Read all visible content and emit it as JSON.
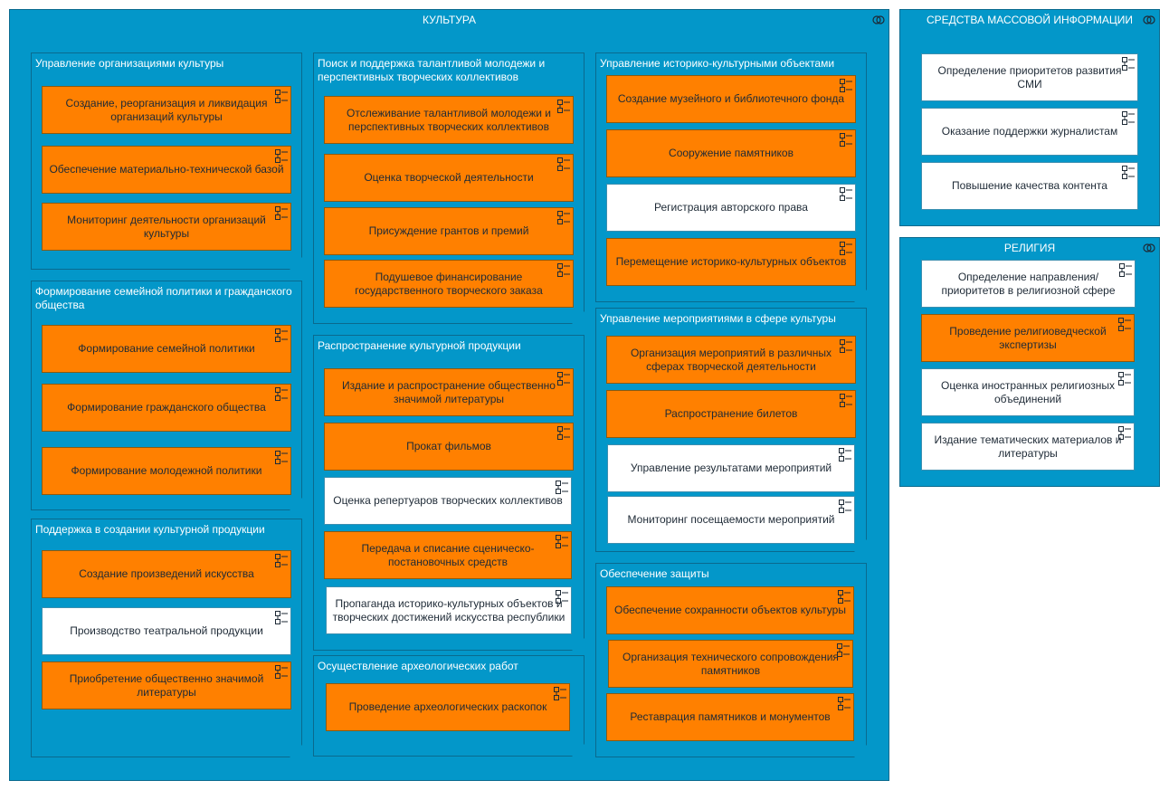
{
  "colors": {
    "domain": "#0397c9",
    "function_orange": "#ff8000",
    "function_white": "#ffffff",
    "text_dark": "#1e2a36",
    "text_light": "#ffffff"
  },
  "icons": {
    "domain": "collaboration-icon",
    "function": "process-list-icon"
  },
  "domains": [
    {
      "title": "КУЛЬТУРА",
      "groups": [
        {
          "title": "Управление организациями культуры",
          "items": [
            "Создание, реорганизация и ликвидация организаций культуры",
            "Обеспечение материально-технической  базой",
            "Мониторинг деятельности организаций культуры"
          ]
        },
        {
          "title": "Формирование семейной политики и гражданского общества",
          "items": [
            "Формирование семейной политики",
            "Формирование гражданского общества",
            "Формирование молодежной политики"
          ]
        },
        {
          "title": "Поддержка в создании культурной продукции",
          "items": [
            "Создание произведений искусства",
            "Производство театральной продукции",
            "Приобретение общественно значимой литературы"
          ]
        },
        {
          "title": "Поиск и поддержка талантливой молодежи и перспективных творческих коллективов",
          "items": [
            "Отслеживание талантливой молодежи и перспективных творческих коллективов",
            "Оценка творческой деятельности",
            "Присуждение грантов и премий",
            "Подушевое финансирование государственного творческого заказа"
          ]
        },
        {
          "title": "Распространение культурной продукции",
          "items": [
            "Издание и распространение общественно значимой литературы",
            "Прокат фильмов",
            "Оценка репертуаров творческих коллективов",
            "Передача и списание сценическо-постановочных средств",
            "Пропаганда историко-культурных объектов и творческих достижений искусства республики"
          ]
        },
        {
          "title": "Осуществление археологических работ",
          "items": [
            "Проведение археологических раскопок"
          ]
        },
        {
          "title": "Управление историко-культурными объектами",
          "items": [
            "Создание музейного и библиотечного фонда",
            "Сооружение памятников",
            "Регистрация авторского права",
            "Перемещение историко-культурных объектов"
          ]
        },
        {
          "title": "Управление мероприятиями в сфере культуры",
          "items": [
            "Организация мероприятий в различных сферах творческой деятельности",
            "Распространение билетов",
            "Управление результатами мероприятий",
            "Мониторинг посещаемости мероприятий"
          ]
        },
        {
          "title": "Обеспечение защиты",
          "items": [
            "Обеспечение сохранности объектов культуры",
            "Организация технического сопровождения памятников",
            "Реставрация памятников и монументов"
          ]
        }
      ]
    },
    {
      "title": "СРЕДСТВА МАССОВОЙ ИНФОРМАЦИИ",
      "items": [
        "Определение приоритетов развития СМИ",
        "Оказание поддержки журналистам",
        "Повышение качества контента"
      ]
    },
    {
      "title": "РЕЛИГИЯ",
      "items": [
        "Определение направления/приоритетов в религиозной сфере",
        "Проведение религиоведческой экспертизы",
        "Оценка иностранных религиозных объединений",
        "Издание тематических материалов и литературы"
      ]
    }
  ]
}
